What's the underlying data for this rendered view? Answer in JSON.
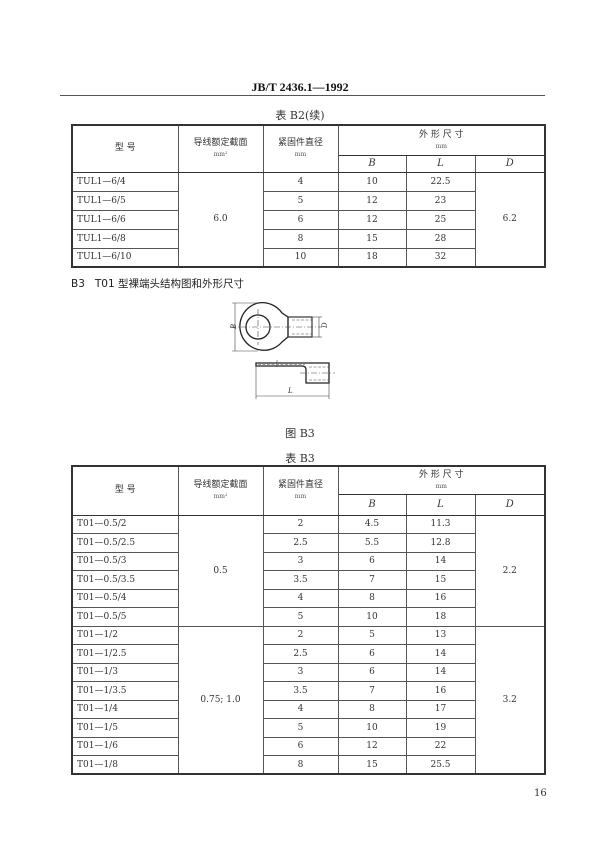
{
  "header": {
    "standard_number": "JB/T  2436.1—1992"
  },
  "table_b2": {
    "caption": "表 B2(续)",
    "headers": {
      "model": "型      号",
      "cross_section": "导线额定截面",
      "cross_section_unit": "mm²",
      "fastener_dia": "紧固件直径",
      "fastener_dia_unit": "mm",
      "dimensions": "外  形  尺  寸",
      "dimensions_unit": "mm",
      "B": "B",
      "L": "L",
      "D": "D"
    },
    "groups": [
      {
        "cross_section": "6.0",
        "D": "6.2",
        "rows": [
          {
            "model": "TUL1—6/4",
            "fastener": "4",
            "B": "10",
            "L": "22.5"
          },
          {
            "model": "TUL1—6/5",
            "fastener": "5",
            "B": "12",
            "L": "23"
          },
          {
            "model": "TUL1—6/6",
            "fastener": "6",
            "B": "12",
            "L": "25"
          },
          {
            "model": "TUL1—6/8",
            "fastener": "8",
            "B": "15",
            "L": "28"
          },
          {
            "model": "TUL1—6/10",
            "fastener": "10",
            "B": "18",
            "L": "32"
          }
        ]
      }
    ]
  },
  "section_b3": {
    "number": "B3",
    "title": "T01 型裸端头结构图和外形尺寸"
  },
  "figure_b3": {
    "caption": "图  B3",
    "labels": {
      "B": "B",
      "D": "D",
      "L": "L"
    }
  },
  "table_b3": {
    "caption": "表   B3",
    "headers": {
      "model": "型      号",
      "cross_section": "导线额定截面",
      "cross_section_unit": "mm²",
      "fastener_dia": "紧固件直径",
      "fastener_dia_unit": "mm",
      "dimensions": "外  形  尺  寸",
      "dimensions_unit": "mm",
      "B": "B",
      "L": "L",
      "D": "D"
    },
    "groups": [
      {
        "cross_section": "0.5",
        "D": "2.2",
        "rows": [
          {
            "model": "T01—0.5/2",
            "fastener": "2",
            "B": "4.5",
            "L": "11.3"
          },
          {
            "model": "T01—0.5/2.5",
            "fastener": "2.5",
            "B": "5.5",
            "L": "12.8"
          },
          {
            "model": "T01—0.5/3",
            "fastener": "3",
            "B": "6",
            "L": "14"
          },
          {
            "model": "T01—0.5/3.5",
            "fastener": "3.5",
            "B": "7",
            "L": "15"
          },
          {
            "model": "T01—0.5/4",
            "fastener": "4",
            "B": "8",
            "L": "16"
          },
          {
            "model": "T01—0.5/5",
            "fastener": "5",
            "B": "10",
            "L": "18"
          }
        ]
      },
      {
        "cross_section": "0.75; 1.0",
        "D": "3.2",
        "rows": [
          {
            "model": "T01—1/2",
            "fastener": "2",
            "B": "5",
            "L": "13"
          },
          {
            "model": "T01—1/2.5",
            "fastener": "2.5",
            "B": "6",
            "L": "14"
          },
          {
            "model": "T01—1/3",
            "fastener": "3",
            "B": "6",
            "L": "14"
          },
          {
            "model": "T01—1/3.5",
            "fastener": "3.5",
            "B": "7",
            "L": "16"
          },
          {
            "model": "T01—1/4",
            "fastener": "4",
            "B": "8",
            "L": "17"
          },
          {
            "model": "T01—1/5",
            "fastener": "5",
            "B": "10",
            "L": "19"
          },
          {
            "model": "T01—1/6",
            "fastener": "6",
            "B": "12",
            "L": "22"
          },
          {
            "model": "T01—1/8",
            "fastener": "8",
            "B": "15",
            "L": "25.5"
          }
        ]
      }
    ]
  },
  "footer": {
    "page_number": "16"
  }
}
